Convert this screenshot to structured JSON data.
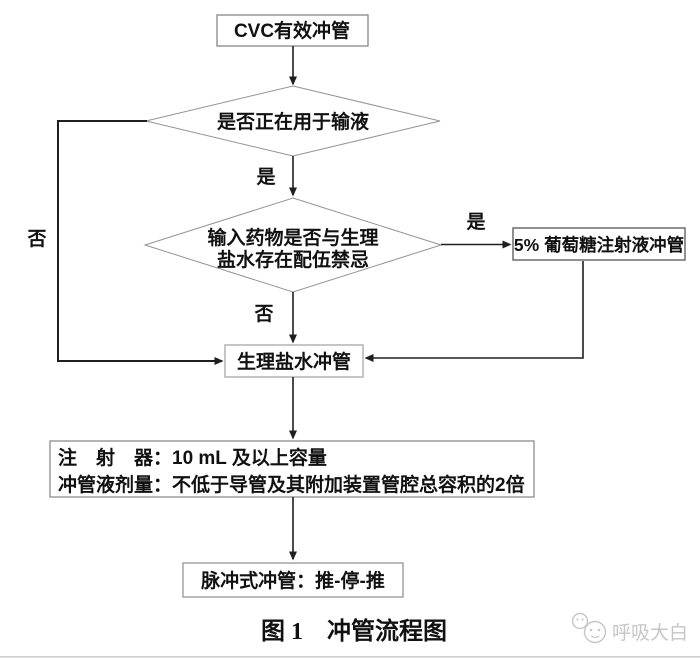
{
  "figure": {
    "caption": "图 1　冲管流程图",
    "watermark": "呼吸大白"
  },
  "flowchart": {
    "nodes": {
      "start": {
        "type": "process",
        "label": "CVC有效冲管"
      },
      "decision_infusion": {
        "type": "decision",
        "label": "是否正在用于输液"
      },
      "decision_incompatible": {
        "type": "decision",
        "label_line1": "输入药物是否与生理",
        "label_line2": "盐水存在配伍禁忌"
      },
      "glucose_flush": {
        "type": "process",
        "label": "5% 葡萄糖注射液冲管"
      },
      "saline_flush": {
        "type": "process",
        "label": "生理盐水冲管"
      },
      "requirements": {
        "type": "process",
        "line1": "注　射　器：10 mL 及以上容量",
        "line2": "冲管液剂量：不低于导管及其附加装置管腔总容积的2倍"
      },
      "pulse_flush": {
        "type": "process",
        "label": "脉冲式冲管：推-停-推"
      }
    },
    "edge_labels": {
      "yes_infusion": "是",
      "no_infusion": "否",
      "yes_incompatible": "是",
      "no_incompatible": "否"
    },
    "edges": [
      {
        "from": "start",
        "to": "decision_infusion",
        "label": ""
      },
      {
        "from": "decision_infusion",
        "to": "decision_incompatible",
        "label": "是"
      },
      {
        "from": "decision_infusion",
        "to": "saline_flush",
        "label": "否"
      },
      {
        "from": "decision_incompatible",
        "to": "glucose_flush",
        "label": "是"
      },
      {
        "from": "decision_incompatible",
        "to": "saline_flush",
        "label": "否"
      },
      {
        "from": "glucose_flush",
        "to": "saline_flush",
        "label": ""
      },
      {
        "from": "saline_flush",
        "to": "requirements",
        "label": ""
      },
      {
        "from": "requirements",
        "to": "pulse_flush",
        "label": ""
      }
    ]
  },
  "colors": {
    "line": "#1f1f1f",
    "shape_border": "#8f8f8f",
    "text": "#111111",
    "watermark": "#c6c6c6"
  }
}
